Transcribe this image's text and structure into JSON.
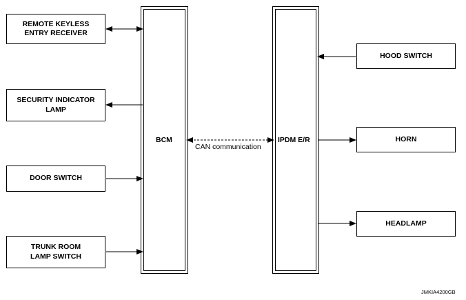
{
  "left_devices": [
    {
      "label": "REMOTE KEYLESS\nENTRY RECEIVER"
    },
    {
      "label": "SECURITY INDICATOR\nLAMP"
    },
    {
      "label": "DOOR SWITCH"
    },
    {
      "label": "TRUNK ROOM\nLAMP SWITCH"
    }
  ],
  "right_devices": [
    {
      "label": "HOOD SWITCH"
    },
    {
      "label": "HORN"
    },
    {
      "label": "HEADLAMP"
    }
  ],
  "bcm": {
    "label": "BCM"
  },
  "ipdm": {
    "label": "IPDM E/R"
  },
  "can_label": "CAN communication",
  "figure_code": "JMKIA4200GB"
}
